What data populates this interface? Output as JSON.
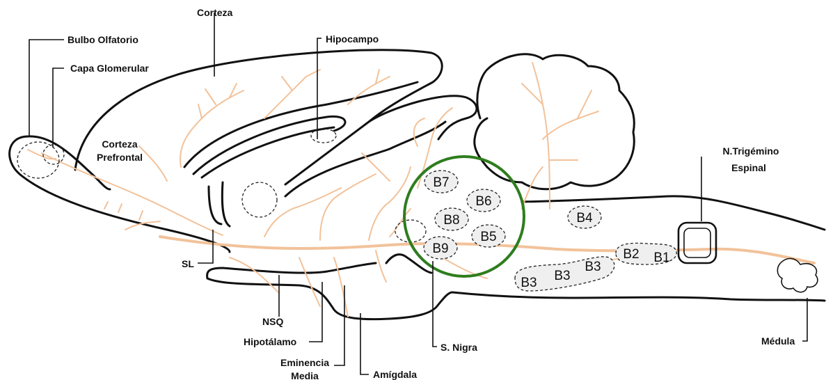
{
  "labels": {
    "bulbo_olfatorio": "Bulbo Olfatorio",
    "capa_glomerular": "Capa Glomerular",
    "corteza": "Corteza",
    "hipocampo": "Hipocampo",
    "corteza_prefrontal_1": "Corteza",
    "corteza_prefrontal_2": "Prefrontal",
    "trigemino_1": "N.Trigémino",
    "trigemino_2": "Espinal",
    "sl": "SL",
    "nsq": "NSQ",
    "hipotalamo": "Hipotálamo",
    "eminencia_1": "Eminencia",
    "eminencia_2": "Media",
    "amigdala": "Amígdala",
    "s_nigra": "S. Nigra",
    "medula": "Médula"
  },
  "nuclei": {
    "b7": "B7",
    "b6": "B6",
    "b8": "B8",
    "b5": "B5",
    "b9": "B9",
    "b4": "B4",
    "b3a": "B3",
    "b3b": "B3",
    "b3c": "B3",
    "b2": "B2",
    "b1": "B1"
  },
  "colors": {
    "outline": "#111111",
    "fibers": "#f2c29a",
    "highlight_circle": "#2e7d1e",
    "nucleus_fill": "#efefef"
  }
}
